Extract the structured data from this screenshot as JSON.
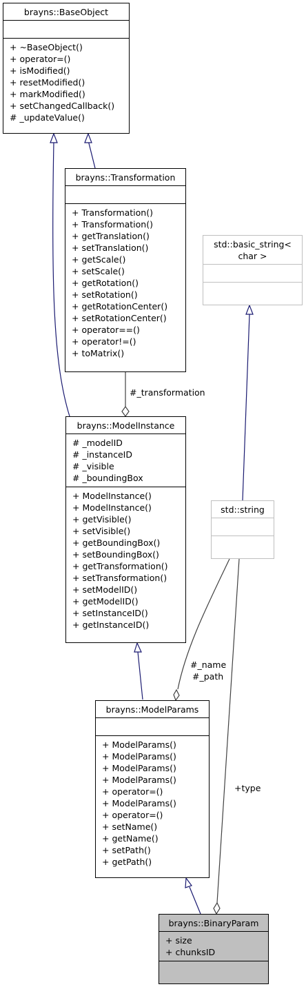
{
  "classes": {
    "base_object": {
      "name": "brayns::BaseObject",
      "attributes": [],
      "methods": [
        "+ ~BaseObject()",
        "+ operator=()",
        "+ isModified()",
        "+ resetModified()",
        "+ markModified()",
        "+ setChangedCallback()",
        "# _updateValue()"
      ]
    },
    "transformation": {
      "name": "brayns::Transformation",
      "attributes": [],
      "methods": [
        "+ Transformation()",
        "+ Transformation()",
        "+ getTranslation()",
        "+ setTranslation()",
        "+ getScale()",
        "+ setScale()",
        "+ getRotation()",
        "+ setRotation()",
        "+ getRotationCenter()",
        "+ setRotationCenter()",
        "+ operator==()",
        "+ operator!=()",
        "+ toMatrix()"
      ]
    },
    "basic_string": {
      "name": "std::basic_string<\nchar >",
      "attributes": [],
      "methods": []
    },
    "model_instance": {
      "name": "brayns::ModelInstance",
      "attributes": [
        "# _modelID",
        "# _instanceID",
        "# _visible",
        "# _boundingBox"
      ],
      "methods": [
        "+ ModelInstance()",
        "+ ModelInstance()",
        "+ getVisible()",
        "+ setVisible()",
        "+ getBoundingBox()",
        "+ setBoundingBox()",
        "+ getTransformation()",
        "+ setTransformation()",
        "+ setModelID()",
        "+ getModelID()",
        "+ setInstanceID()",
        "+ getInstanceID()"
      ]
    },
    "string": {
      "name": "std::string",
      "attributes": [],
      "methods": []
    },
    "model_params": {
      "name": "brayns::ModelParams",
      "attributes": [],
      "methods": [
        "+ ModelParams()",
        "+ ModelParams()",
        "+ ModelParams()",
        "+ ModelParams()",
        "+ operator=()",
        "+ ModelParams()",
        "+ operator=()",
        "+ setName()",
        "+ getName()",
        "+ setPath()",
        "+ getPath()"
      ]
    },
    "binary_param": {
      "name": "brayns::BinaryParam",
      "attributes": [
        "+ size",
        "+ chunksID"
      ],
      "methods": []
    }
  },
  "edge_labels": {
    "transformation": "#_transformation",
    "name": "#_name",
    "path": "#_path",
    "type": "+type"
  },
  "colors": {
    "inheritance": "#191970",
    "association": "#404040",
    "current_fill": "#bfbfbf",
    "external_border": "#bfbfbf"
  }
}
